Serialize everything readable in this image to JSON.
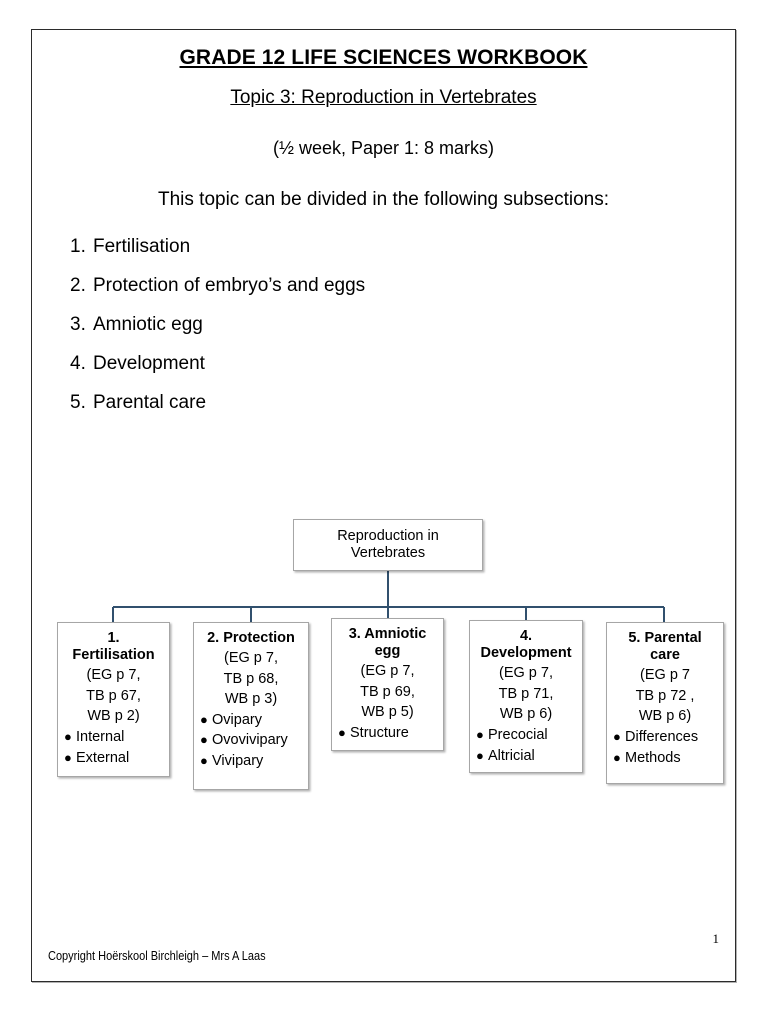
{
  "document": {
    "title": "GRADE 12 LIFE SCIENCES WORKBOOK",
    "subtitle": "Topic 3: Reproduction in Vertebrates",
    "meta": "(½ week, Paper 1: 8 marks)",
    "intro": "This topic can be divided in the following subsections:"
  },
  "topic_list": [
    {
      "num": "1.",
      "label": "Fertilisation"
    },
    {
      "num": "2.",
      "label": "Protection of embryo’s and eggs"
    },
    {
      "num": "3.",
      "label": "Amniotic egg"
    },
    {
      "num": "4.",
      "label": "Development"
    },
    {
      "num": "5.",
      "label": "Parental care"
    }
  ],
  "diagram": {
    "connector_color": "#31506d",
    "node_border_color": "#a6a6a6",
    "root": {
      "line1": "Reproduction in",
      "line2": "Vertebrates"
    },
    "nodes": [
      {
        "title_line1": "1.",
        "title_line2": "Fertilisation",
        "refs": [
          "(EG p 7,",
          "TB p 67,",
          "WB p 2)"
        ],
        "bullets": [
          "Internal",
          "External"
        ]
      },
      {
        "title_line1": "2. Protection",
        "title_line2": "",
        "refs": [
          "(EG p 7,",
          "TB p 68,",
          "WB p 3)"
        ],
        "bullets": [
          "Ovipary",
          "Ovovivipary",
          "Vivipary"
        ]
      },
      {
        "title_line1": "3. Amniotic",
        "title_line2": "egg",
        "refs": [
          "(EG p 7,",
          "TB p 69,",
          "WB p 5)"
        ],
        "bullets": [
          "Structure"
        ]
      },
      {
        "title_line1": "4.",
        "title_line2": "Development",
        "refs": [
          "(EG p 7,",
          "TB p 71,",
          "WB p 6)"
        ],
        "bullets": [
          "Precocial",
          "Altricial"
        ]
      },
      {
        "title_line1": "5. Parental",
        "title_line2": "care",
        "refs": [
          "(EG p 7",
          "TB p 72 ,",
          "WB p 6)"
        ],
        "bullets": [
          "Differences",
          "Methods"
        ]
      }
    ]
  },
  "footer": {
    "copyright": "Copyright Hoërskool Birchleigh – Mrs A Laas",
    "page_number": "1"
  }
}
